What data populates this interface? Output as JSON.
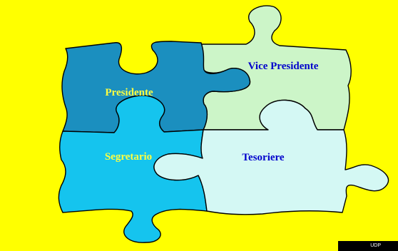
{
  "background_color": "#ffff00",
  "pieces": [
    {
      "id": "presidente",
      "label": "Presidente",
      "fill": "#1b8fbf",
      "label_color": "#ffff40"
    },
    {
      "id": "vice-presidente",
      "label": "Vice Presidente",
      "fill": "#ccf5c8",
      "label_color": "#0000cc"
    },
    {
      "id": "segretario",
      "label": "Segretario",
      "fill": "#15c4ee",
      "label_color": "#ffff40"
    },
    {
      "id": "tesoriere",
      "label": "Tesoriere",
      "fill": "#d4f8f4",
      "label_color": "#0000cc"
    }
  ],
  "footer": {
    "text": "UDP"
  }
}
